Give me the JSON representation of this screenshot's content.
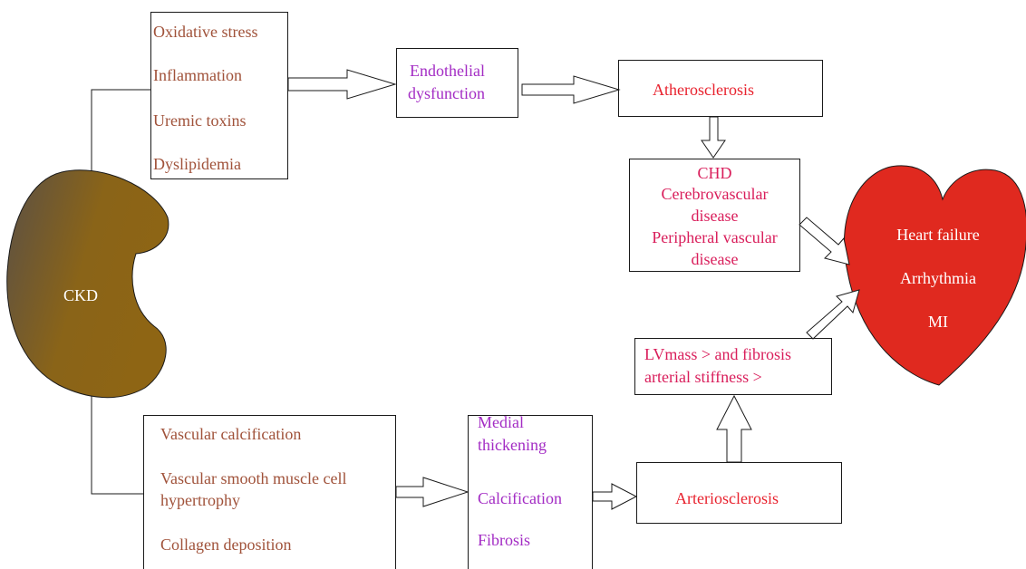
{
  "ckd": {
    "label": "CKD"
  },
  "upper_factors": {
    "items": [
      "Oxidative stress",
      "Inflammation",
      "Uremic toxins",
      "Dyslipidemia"
    ]
  },
  "endothelial": {
    "line1": "Endothelial",
    "line2": "dysfunction"
  },
  "atherosclerosis": {
    "label": "Atherosclerosis"
  },
  "chd_box": {
    "line1": "CHD",
    "line2": "Cerebrovascular",
    "line3": "disease",
    "line4": "Peripheral vascular",
    "line5": "disease"
  },
  "heart": {
    "items": [
      "Heart failure",
      "Arrhythmia",
      "MI"
    ]
  },
  "lv_box": {
    "line1": "LVmass > and fibrosis",
    "line2": "arterial stiffness >"
  },
  "lower_factors": {
    "item1": "Vascular calcification",
    "item2_line1": "Vascular smooth muscle cell",
    "item2_line2": "hypertrophy",
    "item3": "Collagen deposition"
  },
  "medial": {
    "line1": "Medial",
    "line2": "thickening",
    "line3": "Calcification",
    "line4": "Fibrosis"
  },
  "arteriosclerosis": {
    "label": "Arteriosclerosis"
  },
  "colors": {
    "ckd_dark": "#5b5045",
    "ckd_light": "#8e6514",
    "heart": "#e0291f",
    "factor_text": "#a0523a",
    "mechanism_text": "#a32cc4",
    "outcome_text": "#e8222e"
  }
}
